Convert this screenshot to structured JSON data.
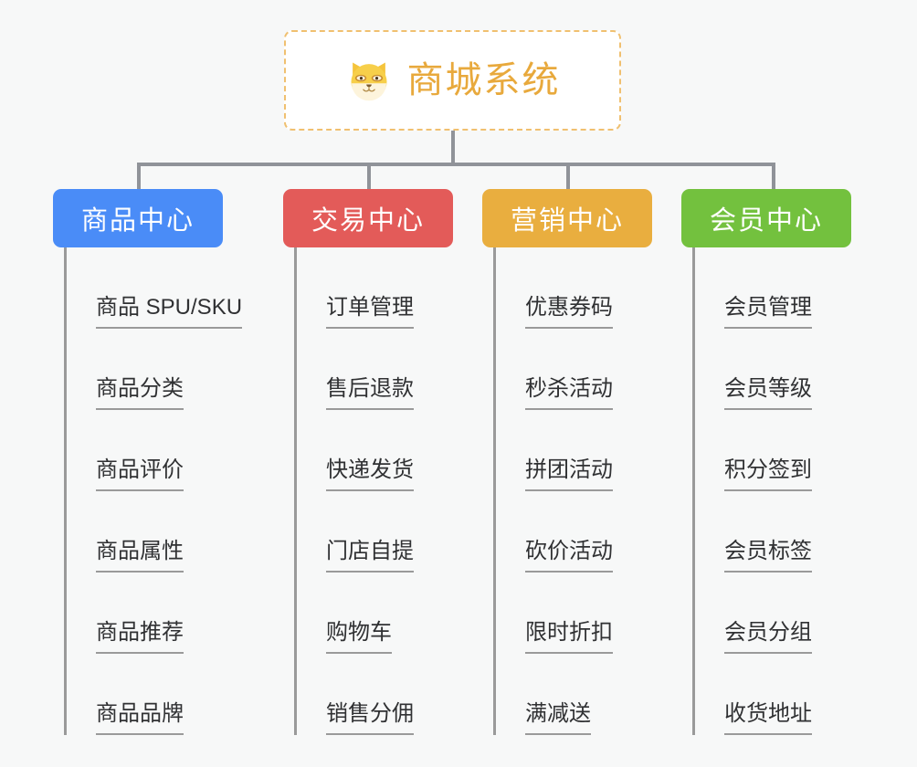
{
  "page": {
    "background_color": "#f7f8f8",
    "title": "商城系统"
  },
  "root": {
    "icon": "dog-face-emoji",
    "label": "商城系统",
    "text_color": "#e8a93c",
    "border_color": "#f0c070",
    "background_color": "#ffffff"
  },
  "connector": {
    "color": "#909399"
  },
  "columns": [
    {
      "header": "商品中心",
      "color": "#4a8cf7",
      "items": [
        "商品 SPU/SKU",
        "商品分类",
        "商品评价",
        "商品属性",
        "商品推荐",
        "商品品牌"
      ]
    },
    {
      "header": "交易中心",
      "color": "#e35b59",
      "items": [
        "订单管理",
        "售后退款",
        "快递发货",
        "门店自提",
        "购物车",
        "销售分佣"
      ]
    },
    {
      "header": "营销中心",
      "color": "#e9ae3f",
      "items": [
        "优惠券码",
        "秒杀活动",
        "拼团活动",
        "砍价活动",
        "限时折扣",
        "满减送"
      ]
    },
    {
      "header": "会员中心",
      "color": "#73c13e",
      "items": [
        "会员管理",
        "会员等级",
        "积分签到",
        "会员标签",
        "会员分组",
        "收货地址"
      ]
    }
  ]
}
